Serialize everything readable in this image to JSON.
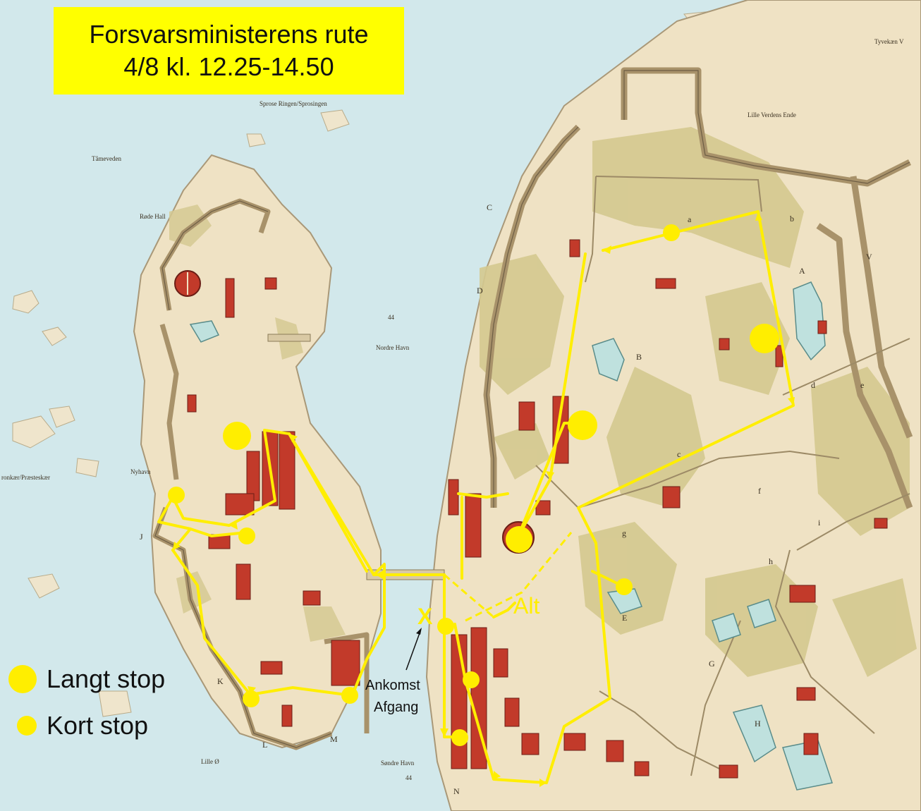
{
  "title": {
    "line1": "Forsvarsministerens rute",
    "line2": "4/8 kl. 12.25-14.50"
  },
  "legend": [
    {
      "label": "Langt stop",
      "marker": "large-yellow-dot"
    },
    {
      "label": "Kort stop",
      "marker": "small-yellow-dot"
    }
  ],
  "annotations": {
    "arrival": "Ankomst",
    "departure": "Afgang",
    "x_mark": "X",
    "alt_label": "Alt"
  },
  "place_labels": {
    "sprose": "Sprose Ringen/Sprosingen",
    "tornvedm": "Tåmeveden",
    "rode_hall": "Røde Hall",
    "nordre_havn": "Nordre Havn",
    "nyhavn": "Nyhavn",
    "sondre_havn": "Søndre Havn",
    "lille_o": "Lille Ø",
    "lille_verdens_ende": "Lille Verdens Ende",
    "tyvekæn": "Tyvekæn V",
    "westside": "ronkær/Præsteskær",
    "depth_44a": "44",
    "depth_44b": "44"
  },
  "area_letters": [
    "a",
    "b",
    "c",
    "d",
    "e",
    "f",
    "g",
    "h",
    "i",
    "A",
    "B",
    "C",
    "D",
    "E",
    "G",
    "H",
    "J",
    "K",
    "L",
    "M",
    "N",
    "V"
  ],
  "colors": {
    "route": "#ffee00",
    "stop": "#ffee00",
    "land": "#efe2c4",
    "vegetation": "#cdc28a",
    "building": "#c23a2a",
    "fortification": "#b7a27a",
    "water": "#d6ecee",
    "title_bg": "#ffff00"
  }
}
